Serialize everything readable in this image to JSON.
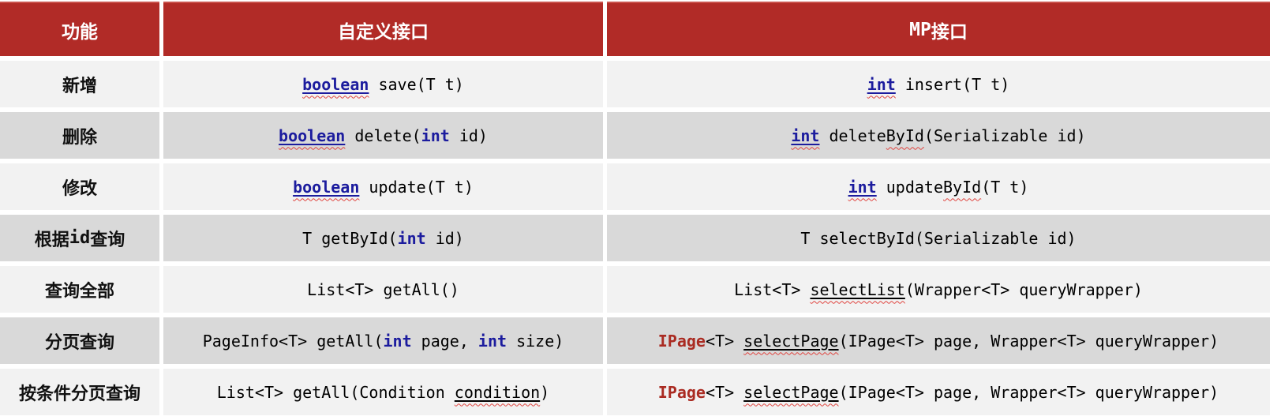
{
  "slide": {
    "colors": {
      "header_bg": "#B12B27",
      "row_light": "#F2F2F2",
      "row_dark": "#D9D9D9",
      "keyword_blue": "#1C1C9E",
      "keyword_red": "#AA2B22",
      "squiggle_red": "#E04540",
      "header_text": "#FFFFFF",
      "body_text": "#000000"
    },
    "header": {
      "feature": "功能",
      "custom": "自定义接口",
      "mp_prefix": "MP",
      "mp_suffix": "接口"
    },
    "rows": [
      {
        "feature": [
          {
            "t": "新增"
          }
        ],
        "custom": [
          {
            "t": "boolean",
            "c": "kw u sq"
          },
          {
            "t": " save(T t)"
          }
        ],
        "mp": [
          {
            "t": "int",
            "c": "kw u sq"
          },
          {
            "t": " insert(T t)"
          }
        ]
      },
      {
        "feature": [
          {
            "t": "删除"
          }
        ],
        "custom": [
          {
            "t": "boolean",
            "c": "kw u sq"
          },
          {
            "t": " delete("
          },
          {
            "t": "int",
            "c": "kw"
          },
          {
            "t": " id)"
          }
        ],
        "mp": [
          {
            "t": "int",
            "c": "kw u sq"
          },
          {
            "t": " delete"
          },
          {
            "t": "ById",
            "c": "sq"
          },
          {
            "t": "(Serializable id)"
          }
        ]
      },
      {
        "feature": [
          {
            "t": "修改"
          }
        ],
        "custom": [
          {
            "t": "boolean",
            "c": "kw u sq"
          },
          {
            "t": " update(T t)"
          }
        ],
        "mp": [
          {
            "t": "int",
            "c": "kw u sq"
          },
          {
            "t": " update"
          },
          {
            "t": "ById",
            "c": "sq"
          },
          {
            "t": "(T t)"
          }
        ]
      },
      {
        "feature": [
          {
            "t": "根据"
          },
          {
            "t": "id",
            "c": "mb"
          },
          {
            "t": "查询"
          }
        ],
        "custom": [
          {
            "t": "T getById("
          },
          {
            "t": "int",
            "c": "kw"
          },
          {
            "t": " id)"
          }
        ],
        "mp": [
          {
            "t": "T selectById(Serializable id)"
          }
        ]
      },
      {
        "feature": [
          {
            "t": "查询全部"
          }
        ],
        "custom": [
          {
            "t": "List<T> getAll()"
          }
        ],
        "mp": [
          {
            "t": "List<T> "
          },
          {
            "t": "selectList",
            "c": "u sq"
          },
          {
            "t": "(Wrapper<T> queryWrapper)"
          }
        ]
      },
      {
        "feature": [
          {
            "t": "分页查询"
          }
        ],
        "custom": [
          {
            "t": "PageInfo<T> getAll("
          },
          {
            "t": "int",
            "c": "kw"
          },
          {
            "t": " page, "
          },
          {
            "t": "int",
            "c": "kw"
          },
          {
            "t": " size)"
          }
        ],
        "mp": [
          {
            "t": "IPage",
            "c": "rd"
          },
          {
            "t": "<T> "
          },
          {
            "t": "selectPage",
            "c": "u sq"
          },
          {
            "t": "(IPage<T> page, Wrapper<T> queryWrapper)"
          }
        ]
      },
      {
        "feature": [
          {
            "t": "按条件分页查询"
          }
        ],
        "custom": [
          {
            "t": "List<T> getAll(Condition "
          },
          {
            "t": "condition",
            "c": "u sq"
          },
          {
            "t": ")"
          }
        ],
        "mp": [
          {
            "t": "IPage",
            "c": "rd"
          },
          {
            "t": "<T> "
          },
          {
            "t": "selectPage",
            "c": "u sq"
          },
          {
            "t": "(IPage<T> page, Wrapper<T> queryWrapper)"
          }
        ]
      }
    ]
  }
}
